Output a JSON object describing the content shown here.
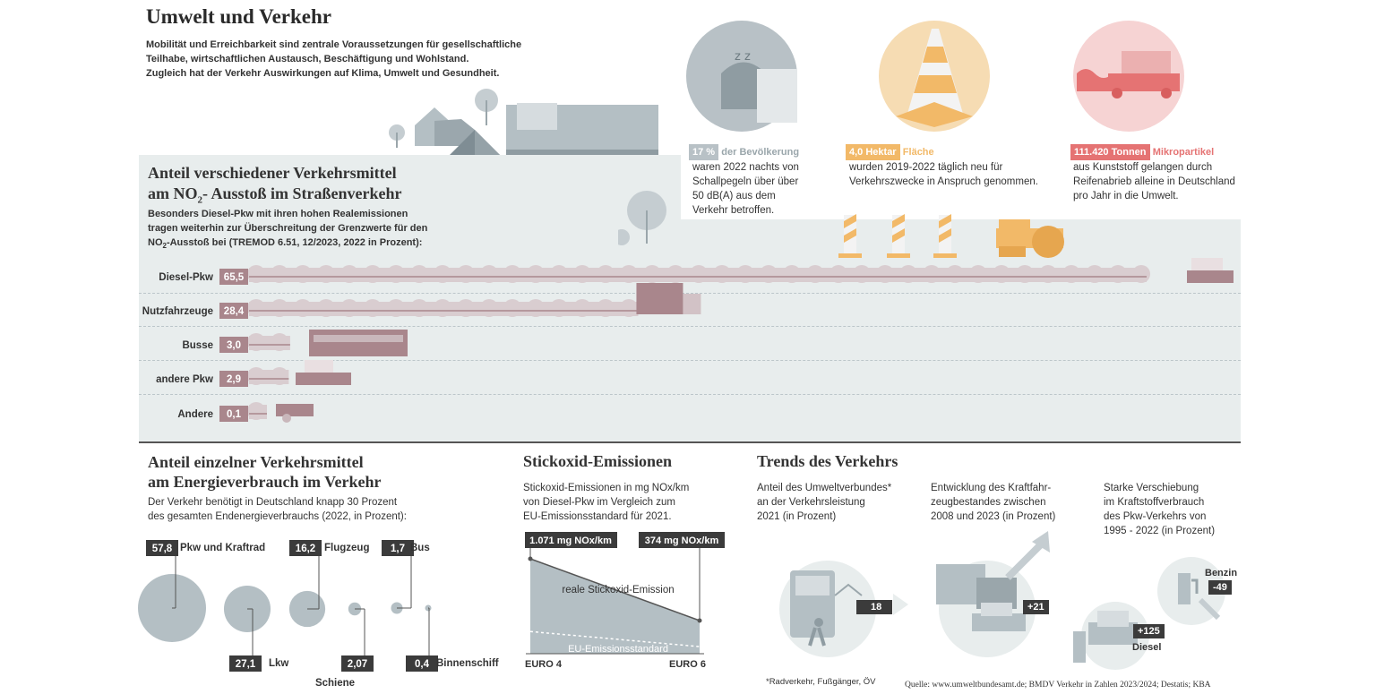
{
  "header": {
    "title": "Umwelt und Verkehr",
    "intro_1": "Mobilität und Erreichbarkeit sind zentrale Voraussetzungen für gesellschaftliche",
    "intro_2": "Teilhabe, wirtschaftlichen Austausch, Beschäftigung und Wohlstand.",
    "intro_3": "Zugleich hat der Verkehr Auswirkungen auf Klima, Umwelt und Gesundheit."
  },
  "facts": [
    {
      "value": "17 %",
      "label": "der Bevölkerung",
      "lines": [
        "waren 2022 nachts von",
        "Schallpegeln über über",
        "50 dB(A) aus dem",
        "Verkehr betroffen."
      ],
      "color": "#b8c1c6"
    },
    {
      "value": "4,0 Hektar",
      "label": "Fläche",
      "lines": [
        "wurden 2019-2022 täglich neu für",
        "Verkehrszwecke in Anspruch genommen."
      ],
      "color": "#f2b968"
    },
    {
      "value": "111.420 Tonnen",
      "label": "Mikropartikel",
      "lines": [
        "aus Kunststoff gelangen durch",
        "Reifenabrieb alleine in Deutschland",
        "pro Jahr in die Umwelt."
      ],
      "color": "#e57373"
    }
  ],
  "colors": {
    "rose": "#a9868c",
    "cloud": "#d9cdd0",
    "band": "#e8eded",
    "gray": "#b4bfc4",
    "dark": "#3b3b3b",
    "orange": "#f2b968",
    "red": "#e57373"
  },
  "no2": {
    "title_1": "Anteil verschiedener Verkehrsmittel",
    "title_2a": "am NO",
    "title_2sub": "2",
    "title_2b": "- Ausstoß im Straßenverkehr",
    "desc_1": "Besonders Diesel-Pkw mit ihren hohen Realemissionen",
    "desc_2": "tragen weiterhin zur Überschreitung der Grenzwerte für den",
    "desc_3a": "NO",
    "desc_3sub": "2",
    "desc_3b": "-Ausstoß bei (TREMOD 6.51, 12/2023, 2022 in Prozent):"
  },
  "energy": {
    "title_1": "Anteil einzelner Verkehrsmittel",
    "title_2": "am Energieverbrauch im Verkehr",
    "desc_1": "Der Verkehr benötigt  in Deutschland knapp 30 Prozent",
    "desc_2": "des gesamten Endenergieverbrauchs (2022, in Prozent):"
  },
  "nox": {
    "title": "Stickoxid-Emissionen",
    "desc_1": "Stickoxid-Emissionen in mg NOx/km",
    "desc_2": "von Diesel-Pkw im Vergleich zum",
    "desc_3": "EU-Emissionsstandard für 2021.",
    "real_label": "reale Stickoxid-Emission",
    "eu_label": "EU-Emissionsstandard"
  },
  "trends": {
    "title": "Trends des Verkehrs",
    "t1": [
      "Anteil des Umweltverbundes*",
      "an der Verkehrsleistung",
      "2021 (in Prozent)"
    ],
    "t2": [
      "Entwicklung des Kraftfahr-",
      "zeugbestandes zwischen",
      "2008 und 2023 (in Prozent)"
    ],
    "t3": [
      "Starke Verschiebung",
      "im Kraftstoffverbrauch",
      "des Pkw-Verkehrs von",
      "1995 - 2022 (in Prozent)"
    ],
    "v1": "18",
    "v2": "+21",
    "v3a_label": "Benzin",
    "v3a": "-49",
    "v3b": "+125",
    "v3b_label": "Diesel"
  },
  "footer": {
    "note": "*Radverkehr, Fußgänger, ÖV",
    "source": "Quelle: www.umweltbundesamt.de; BMDV Verkehr in Zahlen 2023/2024; Destatis; KBA"
  },
  "chart_data": [
    {
      "type": "bar",
      "title": "Anteil verschiedener Verkehrsmittel am NO2- Ausstoß im Straßenverkehr",
      "categories": [
        "Diesel-Pkw",
        "Nutzfahrzeuge",
        "Busse",
        "andere Pkw",
        "Andere"
      ],
      "values": [
        65.5,
        28.4,
        3.0,
        2.9,
        0.1
      ],
      "labels": [
        "65,5",
        "28,4",
        "3,0",
        "2,9",
        "0,1"
      ],
      "xlim": [
        0,
        100
      ]
    },
    {
      "type": "scatter",
      "title": "Anteil einzelner Verkehrsmittel am Energieverbrauch im Verkehr",
      "categories": [
        "Pkw und Kraftrad",
        "Lkw",
        "Flugzeug",
        "Schiene",
        "Bus",
        "Binnenschiff"
      ],
      "values": [
        57.8,
        27.1,
        16.2,
        2.07,
        1.7,
        0.4
      ],
      "labels": [
        "57,8",
        "27,1",
        "16,2",
        "2,07",
        "1,7",
        "0,4"
      ]
    },
    {
      "type": "line",
      "title": "Stickoxid-Emissionen",
      "categories": [
        "EURO 4",
        "EURO 6"
      ],
      "series": [
        {
          "name": "reale Stickoxid-Emission",
          "values": [
            1071,
            374
          ]
        },
        {
          "name": "EU-Emissionsstandard",
          "values": [
            250,
            80
          ]
        }
      ],
      "labels": [
        "1.071 mg NOx/km",
        "374 mg NOx/km"
      ],
      "ylim": [
        0,
        1200
      ]
    }
  ]
}
